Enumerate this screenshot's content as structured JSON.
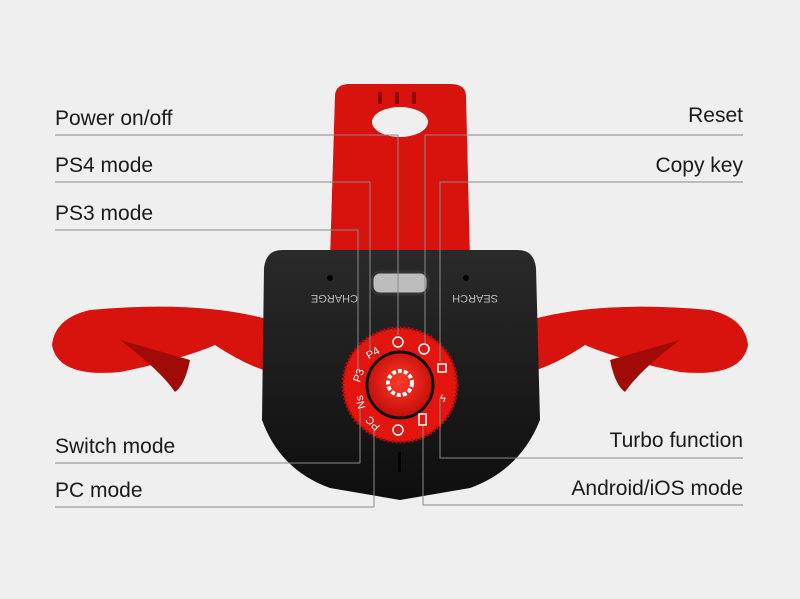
{
  "labels_left": [
    "Power on/off",
    "PS4 mode",
    "PS3 mode",
    "Switch mode",
    "PC mode"
  ],
  "labels_right": [
    "Reset",
    "Copy key",
    "Turbo function",
    "Android/iOS mode"
  ],
  "device": {
    "port_left": "CHARGE",
    "port_right": "SEARCH",
    "dial_marks": [
      "P4",
      "P3",
      "Ns",
      "PC"
    ]
  },
  "colors": {
    "background": "#efefef",
    "body": "#1c1c1c",
    "accent": "#e4140f",
    "line": "#8a8a8a"
  }
}
